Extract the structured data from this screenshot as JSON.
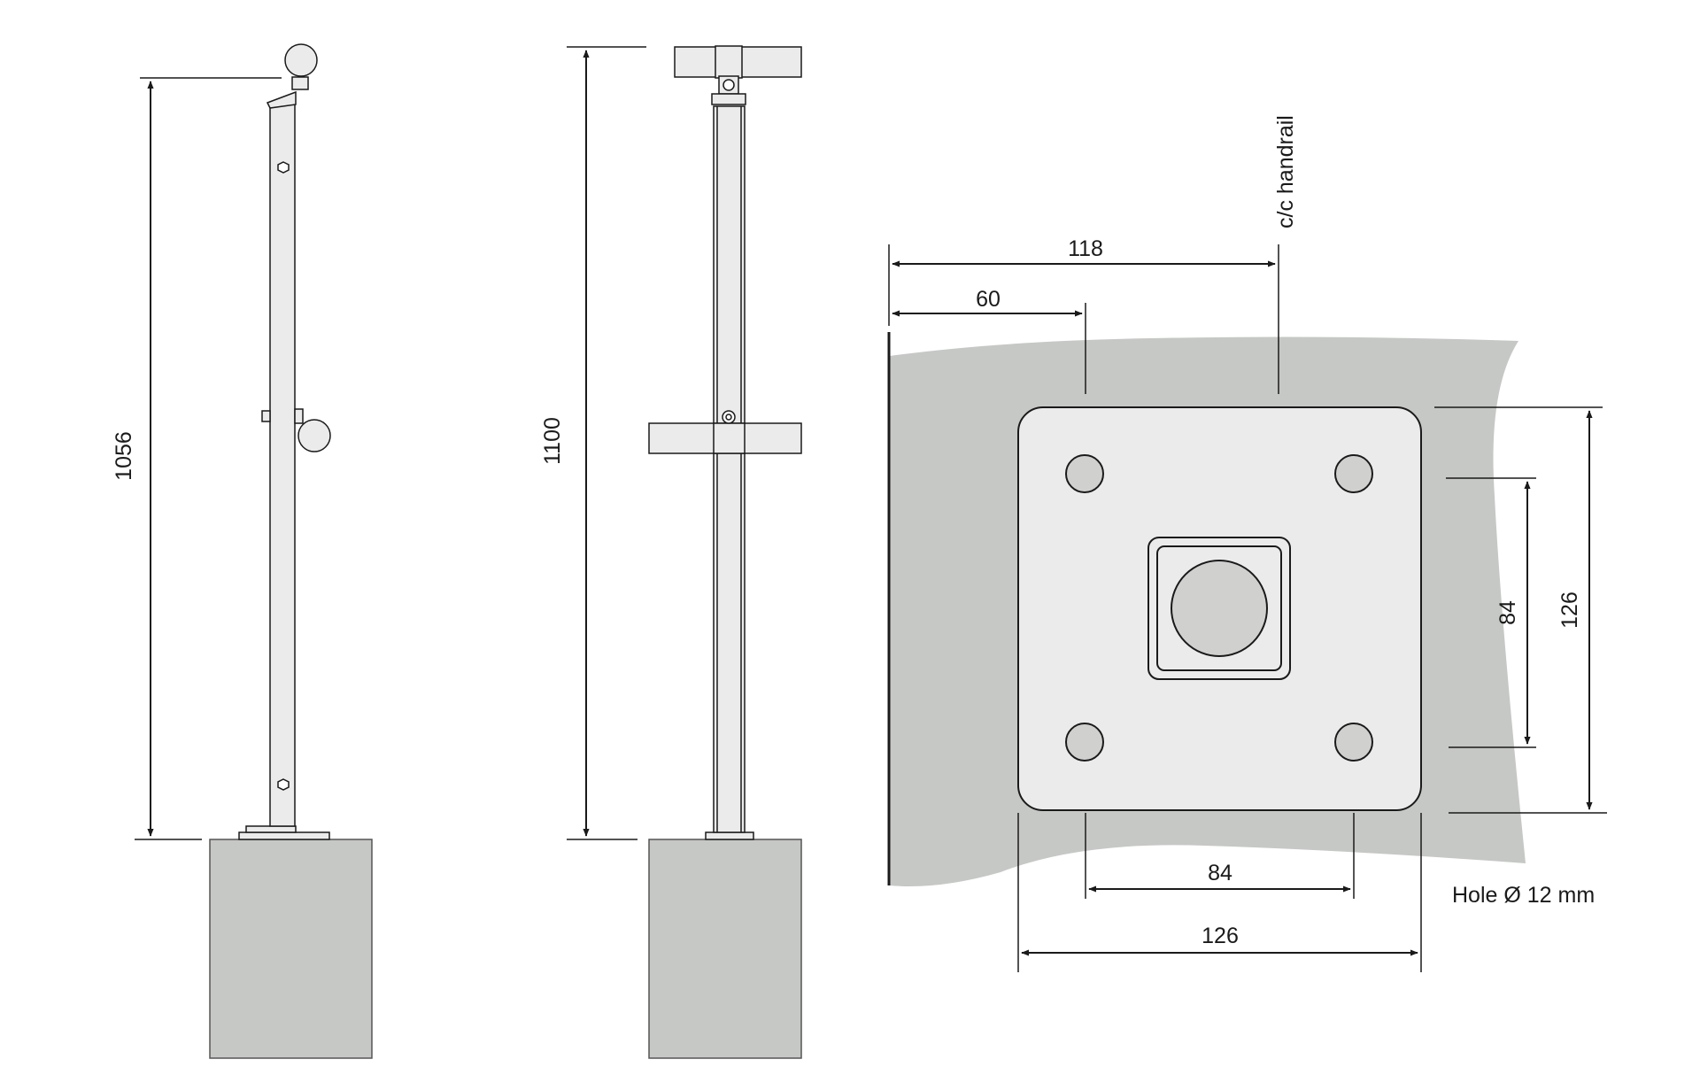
{
  "side_view": {
    "height_label": "1056"
  },
  "front_view": {
    "height_label": "1100"
  },
  "base_plate_view": {
    "handrail_label": "c/c handrail",
    "top_dim_outer": "118",
    "top_dim_inner": "60",
    "bottom_dim_inner": "84",
    "bottom_dim_outer": "126",
    "right_dim_inner": "84",
    "right_dim_outer": "126",
    "hole_note": "Hole Ø 12 mm"
  },
  "colors": {
    "line": "#1a1a1a",
    "concrete": "#c6c8c5",
    "steel": "#ebebeb",
    "hole": "#d0d1cf"
  }
}
